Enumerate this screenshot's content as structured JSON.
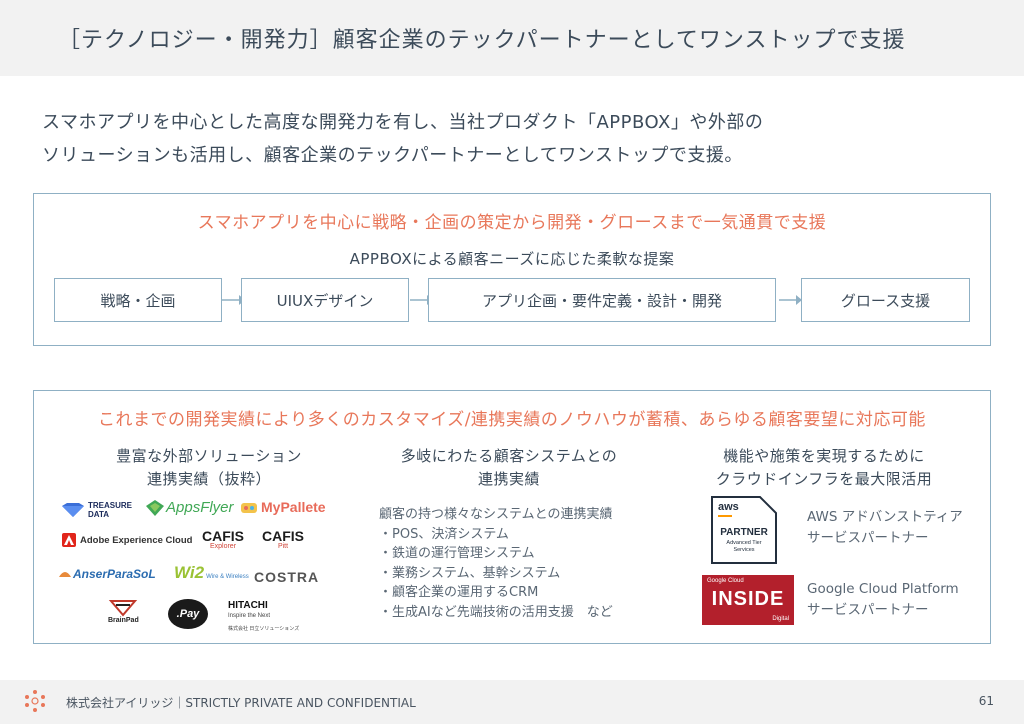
{
  "header": {
    "title": "［テクノロジー・開発力］顧客企業のテックパートナーとしてワンストップで支援"
  },
  "lead": {
    "line1": "スマホアプリを中心とした高度な開発力を有し、当社プロダクト「APPBOX」や外部の",
    "line2": "ソリューションも活用し、顧客企業のテックパートナーとしてワンストップで支援。"
  },
  "strategy": {
    "heading": "スマホアプリを中心に戦略・企画の策定から開発・グロースまで一気通貫で支援",
    "subheading": "APPBOXによる顧客ニーズに応じた柔軟な提案",
    "steps": [
      "戦略・企画",
      "UIUXデザイン",
      "アプリ企画・要件定義・設計・開発",
      "グロース支援"
    ]
  },
  "results": {
    "heading": "これまでの開発実績により多くのカスタマイズ/連携実績のノウハウが蓄積、あらゆる顧客要望に対応可能",
    "col1": {
      "title1": "豊富な外部ソリューション",
      "title2": "連携実績（抜粋）"
    },
    "col2": {
      "title1": "多岐にわたる顧客システムとの",
      "title2": "連携実績",
      "items": [
        "顧客の持つ様々なシステムとの連携実績",
        "・POS、決済システム",
        "・鉄道の運行管理システム",
        "・業務システム、基幹システム",
        "・顧客企業の運用するCRM",
        "・生成AIなど先端技術の活用支援　など"
      ]
    },
    "col3": {
      "title1": "機能や施策を実現するために",
      "title2": "クラウドインフラを最大限活用",
      "aws": {
        "line1": "AWS アドバンストティア",
        "line2": "サービスパートナー",
        "badge_top": "aws",
        "badge_main": "PARTNER",
        "badge_sub1": "Advanced Tier",
        "badge_sub2": "Services"
      },
      "gcp": {
        "line1": "Google Cloud Platform",
        "line2": "サービスパートナー",
        "badge_top": "Google Cloud",
        "badge_main": "INSIDE",
        "badge_sub": "Digital"
      }
    }
  },
  "logos": {
    "treasure1": "TREASURE",
    "treasure2": "DATA",
    "appsflyer": "AppsFlyer",
    "mypallete": "MyPallete",
    "adobe": "Adobe Experience Cloud",
    "cafis_explorer": "CAFIS",
    "cafis_explorer_sub": "Explorer",
    "cafis_pitt": "CAFIS",
    "cafis_pitt_sub": "Pitt",
    "anserparasol": "AnserParaSoL",
    "wi2": "Wi2",
    "wi2_sub": "Wire & Wireless",
    "costra": "COSTRA",
    "brainpad": "BrainPad",
    "pay": ".Pay",
    "hitachi": "HITACHI",
    "hitachi_sub": "Inspire the Next",
    "hitachi_sub2": "株式会社 日立ソリューションズ"
  },
  "footer": {
    "text": "株式会社アイリッジ｜STRICTLY PRIVATE AND CONFIDENTIAL",
    "page": "61"
  },
  "colors": {
    "accent": "#e8775a",
    "border": "#8fb0c4",
    "text": "#3c4b5a",
    "header_bg": "#f2f2f2"
  }
}
